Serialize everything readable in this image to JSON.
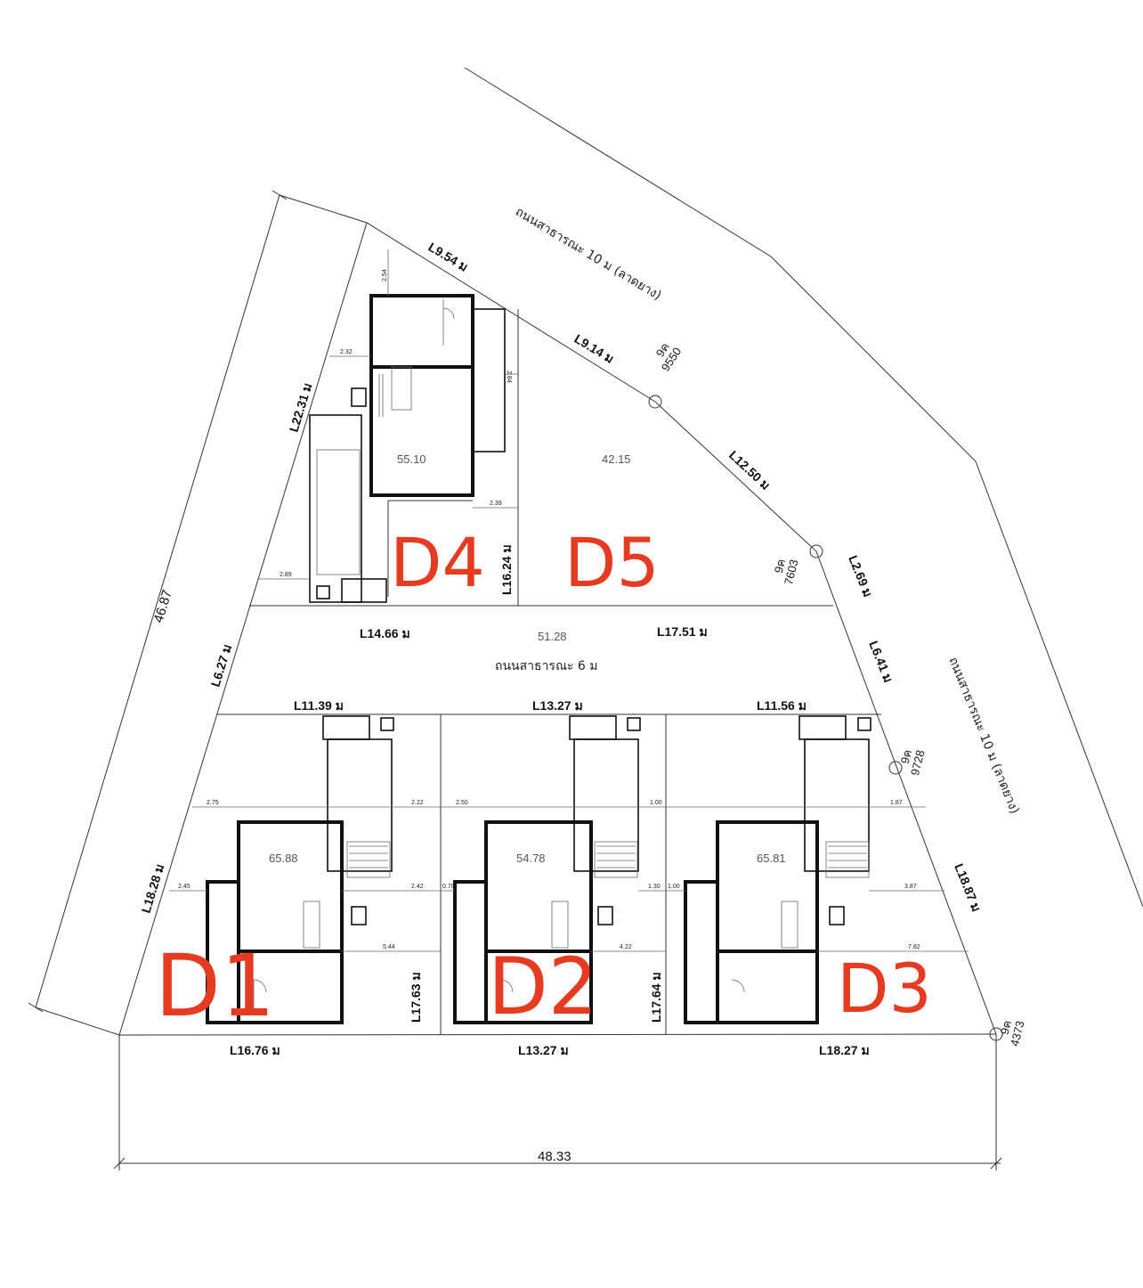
{
  "roads": {
    "north": "ถนนสาธารณะ 10 ม (ลาดยาง)",
    "east": "ถนนสาธารณะ 10 ม (ลาดยาง)",
    "internal": "ถนนสาธารณะ 6 ม"
  },
  "overall": {
    "width": "48.33",
    "west": "46.87"
  },
  "boundary": {
    "l954": "L9.54 ม",
    "l914": "L9.14 ม",
    "l1250": "L12.50 ม",
    "l269": "L2.69 ม",
    "l641": "L6.41 ม",
    "l1887": "L18.87 ม",
    "l2231": "L22.31 ม",
    "l627": "L6.27 ม",
    "l1828": "L18.28 ม"
  },
  "markers": [
    {
      "top": "9ค",
      "bottom": "9550"
    },
    {
      "top": "9ค",
      "bottom": "7603"
    },
    {
      "top": "9ค",
      "bottom": "9728"
    },
    {
      "top": "9ค",
      "bottom": "4373"
    }
  ],
  "lots": {
    "d1": {
      "label": "D1",
      "area": "65.88",
      "front": "L11.39 ม",
      "rear": "L16.76 ม",
      "side": "L17.63 ม"
    },
    "d2": {
      "label": "D2",
      "area": "54.78",
      "front": "L13.27 ม",
      "rear": "L13.27 ม",
      "side": "L17.64 ม"
    },
    "d3": {
      "label": "D3",
      "area": "65.81",
      "front": "L11.56 ม",
      "rear": "L18.27 ม"
    },
    "d4": {
      "label": "D4",
      "area": "55.10",
      "side": "L16.24 ม",
      "front": "L14.66 ม"
    },
    "d5": {
      "label": "D5",
      "area": "42.15",
      "front": "L17.51 ม"
    },
    "road_area": "51.28"
  },
  "setbacks": {
    "s254": "2.54",
    "s232": "2.32",
    "s284": "2.84",
    "s239": "2.39",
    "s289": "2.89",
    "s275": "2.75",
    "s222": "2.22",
    "s245": "2.45",
    "s242": "2.42",
    "s544": "5.44",
    "s250": "2.50",
    "s100a": "1.00",
    "s070": "0.70",
    "s130": "1.30",
    "s422": "4.22",
    "s100b": "1.00",
    "s187": "1.87",
    "s387": "3.87",
    "s782": "7.82"
  }
}
